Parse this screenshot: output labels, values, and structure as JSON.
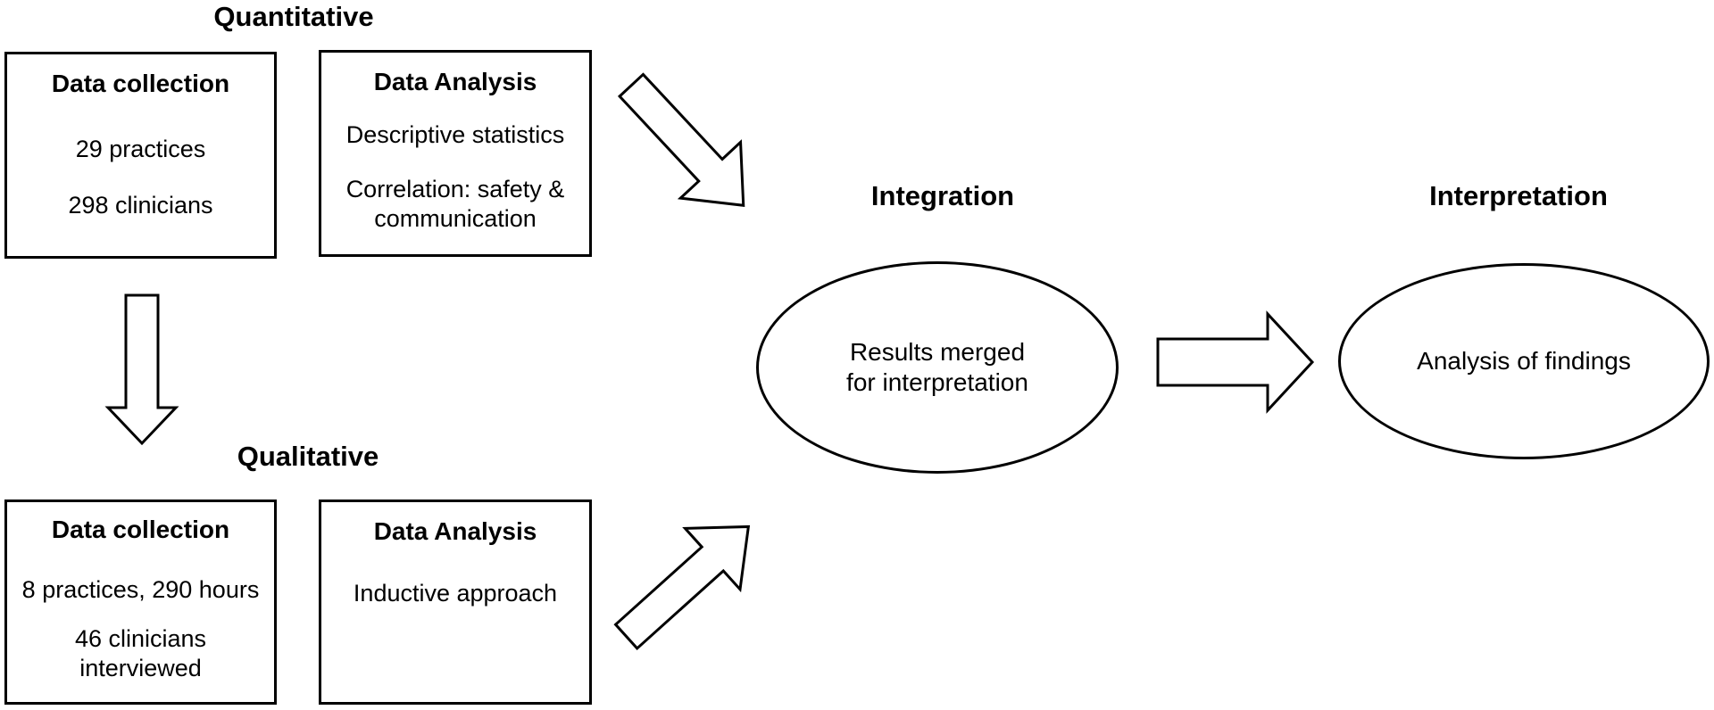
{
  "page": {
    "background_color": "#ffffff",
    "line_color": "#000000",
    "text_color": "#000000"
  },
  "headings": {
    "quantitative": "Quantitative",
    "qualitative": "Qualitative",
    "integration": "Integration",
    "interpretation": "Interpretation"
  },
  "boxes": {
    "quant_collection": {
      "title": "Data collection",
      "line1": "29 practices",
      "line2": "298 clinicians"
    },
    "quant_analysis": {
      "title": "Data Analysis",
      "line1": "Descriptive statistics",
      "line2": "Correlation: safety &\ncommunication"
    },
    "qual_collection": {
      "title": "Data collection",
      "line1": "8 practices, 290 hours",
      "line2": "46 clinicians\ninterviewed"
    },
    "qual_analysis": {
      "title": "Data Analysis",
      "line1": "Inductive approach"
    }
  },
  "ellipses": {
    "integration": {
      "label": "Results merged\nfor interpretation"
    },
    "interpretation": {
      "label": "Analysis of findings"
    }
  },
  "arrows": {
    "down": "arrow-down-icon",
    "diagonal_down_right": "arrow-diagonal-down-right-icon",
    "diagonal_up_right": "arrow-diagonal-up-right-icon",
    "right": "arrow-right-icon"
  }
}
